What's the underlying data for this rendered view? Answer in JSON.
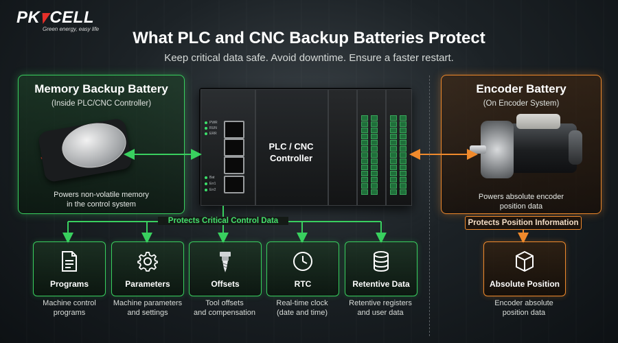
{
  "brand": {
    "logo_pre": "PK",
    "logo_post": "CELL",
    "tagline": "Green energy, easy life",
    "accent_red": "#e7302a"
  },
  "header": {
    "title": "What PLC and CNC Backup Batteries Protect",
    "subtitle": "Keep critical data safe. Avoid downtime. Ensure a faster restart."
  },
  "colors": {
    "green": "#39d05f",
    "orange": "#f08a2c"
  },
  "memory_battery": {
    "title": "Memory Backup Battery",
    "subtitle": "(Inside PLC/CNC Controller)",
    "description_line1": "Powers non-volatile memory",
    "description_line2": "in the control system"
  },
  "controller": {
    "label_line1": "PLC / CNC",
    "label_line2": "Controller",
    "led_labels": [
      "PWR",
      "RUN",
      "ERR",
      "Bat",
      "Err1",
      "Err2"
    ]
  },
  "encoder_battery": {
    "title": "Encoder Battery",
    "subtitle": "(On Encoder System)",
    "description_line1": "Powers absolute encoder",
    "description_line2": "position data"
  },
  "protects_control": "Protects Critical Control Data",
  "protects_position": "Protects Position Information",
  "items": [
    {
      "icon": "document-icon",
      "title": "Programs",
      "desc_line1": "Machine control",
      "desc_line2": "programs"
    },
    {
      "icon": "gear-icon",
      "title": "Parameters",
      "desc_line1": "Machine parameters",
      "desc_line2": "and settings"
    },
    {
      "icon": "tool-icon",
      "title": "Offsets",
      "desc_line1": "Tool offsets",
      "desc_line2": "and compensation"
    },
    {
      "icon": "clock-icon",
      "title": "RTC",
      "desc_line1": "Real-time clock",
      "desc_line2": "(date and time)"
    },
    {
      "icon": "database-icon",
      "title": "Retentive Data",
      "desc_line1": "Retentive registers",
      "desc_line2": "and user data"
    }
  ],
  "position_item": {
    "icon": "cube-icon",
    "title": "Absolute Position",
    "desc_line1": "Encoder absolute",
    "desc_line2": "position data"
  }
}
